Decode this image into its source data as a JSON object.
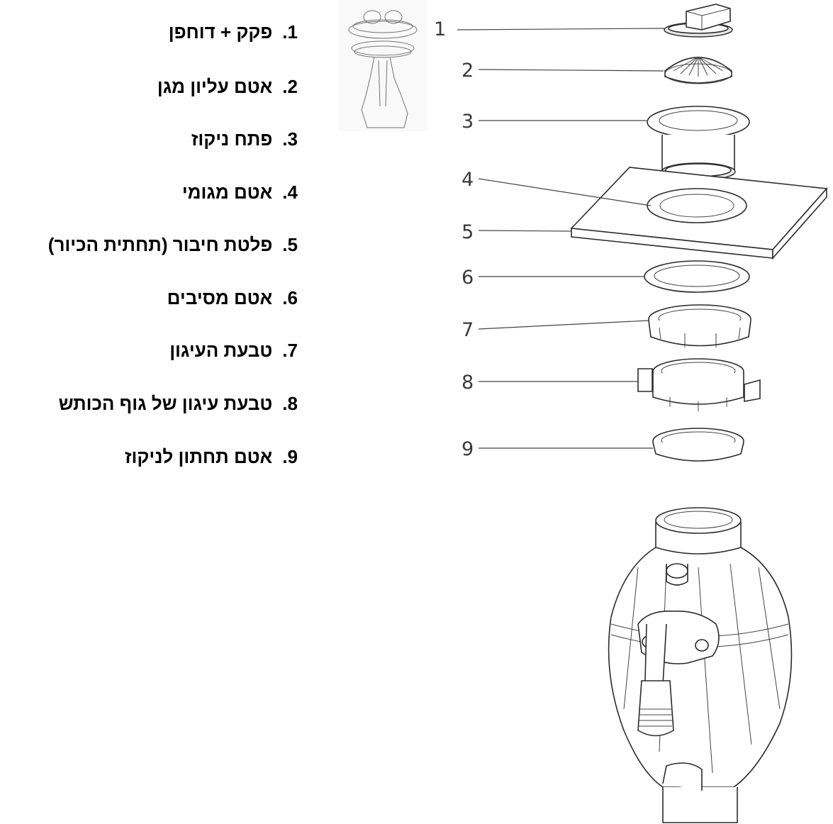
{
  "parts": [
    {
      "num": "1.",
      "label": "פקק + דוחפן"
    },
    {
      "num": "2.",
      "label": "אטם עליון מגן"
    },
    {
      "num": "3.",
      "label": "פתח ניקוז"
    },
    {
      "num": "4.",
      "label": "אטם מגומי"
    },
    {
      "num": "5.",
      "label": "פלטת חיבור (תחתית הכיור)"
    },
    {
      "num": "6.",
      "label": "אטם מסיבים"
    },
    {
      "num": "7.",
      "label": "טבעת העיגון"
    },
    {
      "num": "8.",
      "label": "טבעת עיגון של גוף הכותש"
    },
    {
      "num": "9.",
      "label": "אטם תחתון לניקוז"
    }
  ],
  "callouts": [
    "1",
    "2",
    "3",
    "4",
    "5",
    "6",
    "7",
    "8",
    "9"
  ]
}
